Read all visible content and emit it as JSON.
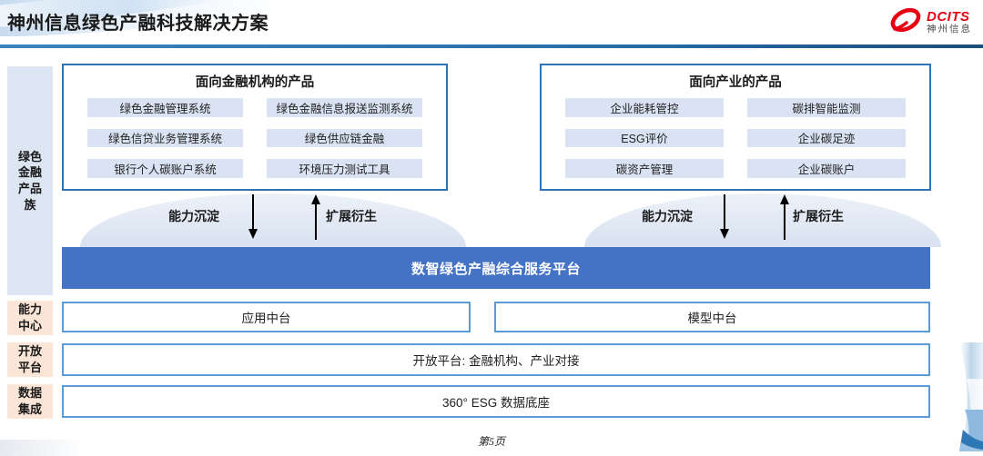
{
  "header": {
    "title": "神州信息绿色产融科技解决方案",
    "logo": {
      "brand": "DCITS",
      "company": "神州信息"
    }
  },
  "sidebar": {
    "items": [
      {
        "label": "绿色金融产品族"
      },
      {
        "label": "能力中心"
      },
      {
        "label": "开放平台"
      },
      {
        "label": "数据集成"
      }
    ]
  },
  "product_groups": [
    {
      "title": "面向金融机构的产品",
      "items": [
        "绿色金融管理系统",
        "绿色金融信息报送监测系统",
        "绿色信贷业务管理系统",
        "绿色供应链金融",
        "银行个人碳账户系统",
        "环境压力测试工具"
      ]
    },
    {
      "title": "面向产业的产品",
      "items": [
        "企业能耗管控",
        "碳排智能监测",
        "ESG评价",
        "企业碳足迹",
        "碳资产管理",
        "企业碳账户"
      ]
    }
  ],
  "flows": {
    "down_label": "能力沉淀",
    "up_label": "扩展衍生"
  },
  "platform": {
    "title": "数智绿色产融综合服务平台"
  },
  "capability_center": {
    "items": [
      "应用中台",
      "模型中台"
    ]
  },
  "open_platform": {
    "label": "开放平台: 金融机构、产业对接"
  },
  "data_base": {
    "label": "360° ESG 数据底座"
  },
  "footer": {
    "page": "第5页"
  },
  "colors": {
    "platform_blue": "#4472c4",
    "chip_bg": "#dae3f3",
    "box_border": "#2e74b5",
    "inner_border": "#5b9bd5",
    "sidebar_blue": "#dce6f2",
    "sidebar_orange": "#fbe5d6",
    "logo_red": "#e60012",
    "rule_blue": "#2a6ea8"
  }
}
